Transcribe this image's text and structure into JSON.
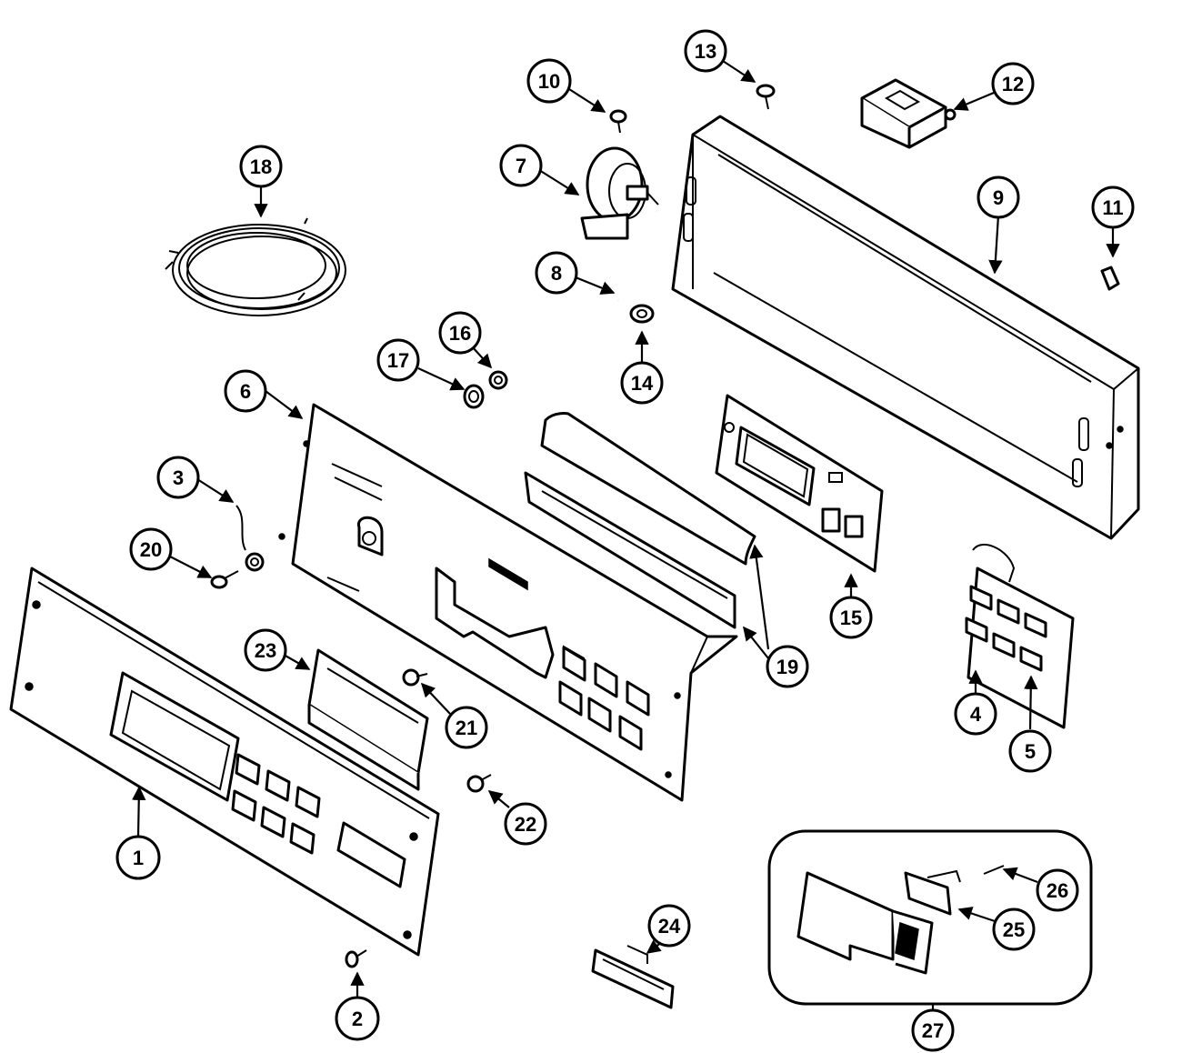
{
  "callouts": [
    {
      "label": "1"
    },
    {
      "label": "2"
    },
    {
      "label": "3"
    },
    {
      "label": "4"
    },
    {
      "label": "5"
    },
    {
      "label": "6"
    },
    {
      "label": "7"
    },
    {
      "label": "8"
    },
    {
      "label": "9"
    },
    {
      "label": "10"
    },
    {
      "label": "11"
    },
    {
      "label": "12"
    },
    {
      "label": "13"
    },
    {
      "label": "14"
    },
    {
      "label": "15"
    },
    {
      "label": "16"
    },
    {
      "label": "17"
    },
    {
      "label": "18"
    },
    {
      "label": "19"
    },
    {
      "label": "20"
    },
    {
      "label": "21"
    },
    {
      "label": "22"
    },
    {
      "label": "23"
    },
    {
      "label": "24"
    },
    {
      "label": "25"
    },
    {
      "label": "26"
    },
    {
      "label": "27"
    }
  ]
}
